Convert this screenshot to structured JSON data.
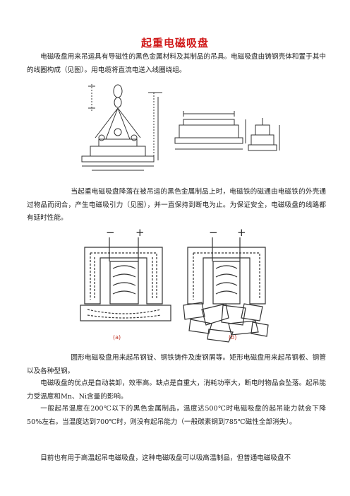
{
  "title": "起重电磁吸盘",
  "paragraphs": [
    "电磁吸盘用来吊运具有导磁性的黑色金属材料及其制品的吊具。电磁吸盘由铸钢壳体和置于其中的线圈构成（见图）。用电缆将直流电送入线圈绕组。",
    "当起重电磁吸盘降落在被吊运的黑色金属制品上时，电磁铁的磁通由电磁铁的外壳通过物品而闭合，产生电磁吸引力（见图），并一直保持到断电为止。为保证安全，电磁吸盘的线路都有延时性能。",
    "圆形电磁吸盘用来起吊钢锭、钢铁铸件及废钢屑等。矩形电磁盘用来起吊钢板、钢管以及各种型钢。",
    "电磁吸盘的优点是自动装卸，效率高。缺点是自重大，消耗功率大，断电时物品会坠落。起吊能力受温度和Mn、Ni含量的影响。",
    "一般起吊温度在200℃以下的黑色金属制品，温度达500℃时电磁吸盘的起吊能力就会下降50%左右。当温度达到700℃时，则没有起吊能力（一般碳素钢到785℃磁性全部消失）。",
    "目前也有用于高温起吊电磁吸盘，这种电磁吸盘可以吸高温制品，但普通电磁吸盘不"
  ],
  "figure2": {
    "minus": "−",
    "plus": "+",
    "label_a": "(a)",
    "label_b": "(b)"
  },
  "colors": {
    "title": "#d01818",
    "label": "#c0392b"
  }
}
